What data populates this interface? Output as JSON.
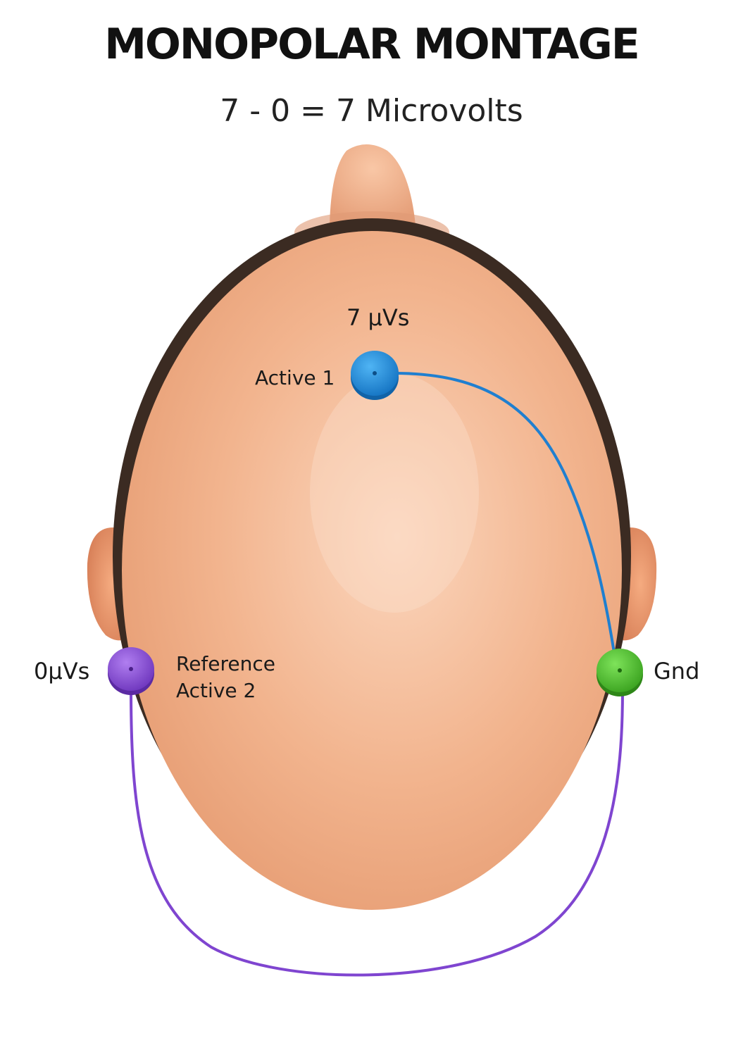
{
  "title": "MONOPOLAR MONTAGE",
  "subtitle": "7 - 0 = 7 Microvolts",
  "electrodes": {
    "active1": {
      "label": "Active 1",
      "reading": "7 µVs",
      "color": "#1f88d6"
    },
    "reference": {
      "label_line1": "Reference",
      "label_line2": "Active 2",
      "reading": "0µVs",
      "color": "#8a4fd1"
    },
    "ground": {
      "label": "Gnd",
      "color": "#4cc12f"
    }
  },
  "colors": {
    "skin": "#f0b08a",
    "skin_light": "#f8cdb0",
    "hair": "#3a2a22",
    "ear": "#e8946a",
    "wire_blue": "#1f7fd0",
    "wire_purple": "#7f45d0"
  }
}
